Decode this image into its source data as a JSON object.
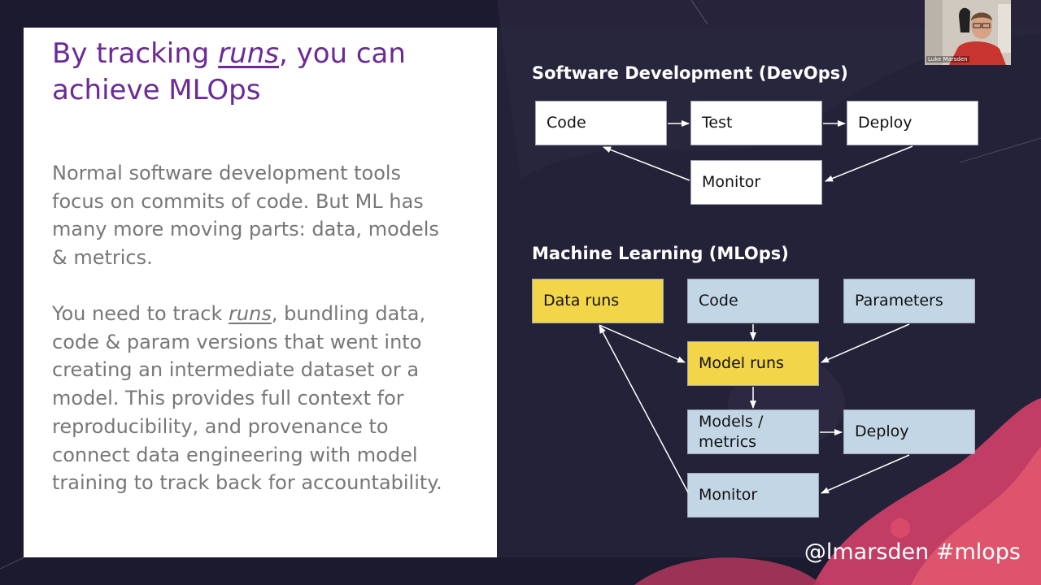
{
  "slide": {
    "heading_before": "By tracking ",
    "heading_em": "runs",
    "heading_after": ", you can achieve MLOps",
    "para1": "Normal software development tools focus on commits of code. But ML has many more moving parts: data, models & metrics.",
    "para2_before": "You need to track ",
    "para2_em": "runs",
    "para2_after": ", bundling data, code & param versions that went into creating an intermediate dataset or a model. This provides full context for reproducibility, and provenance to connect data engineering with model training to track back for accountability."
  },
  "devops": {
    "title": "Software Development (DevOps)",
    "code": "Code",
    "test": "Test",
    "deploy": "Deploy",
    "monitor": "Monitor"
  },
  "mlops": {
    "title": "Machine Learning (MLOps)",
    "data_runs": "Data runs",
    "code": "Code",
    "parameters": "Parameters",
    "model_runs": "Model runs",
    "models_metrics": "Models / metrics",
    "deploy": "Deploy",
    "monitor": "Monitor"
  },
  "webcam": {
    "name": "Luke Marsden"
  },
  "footer": {
    "handle": "@lmarsden #mlops"
  },
  "colors": {
    "heading": "#6b2a96",
    "highlight_box": "#f3d54a",
    "blue_box": "#c3d6e6",
    "background": "#1c1a2e",
    "accent_wave": "#d94a6a"
  }
}
